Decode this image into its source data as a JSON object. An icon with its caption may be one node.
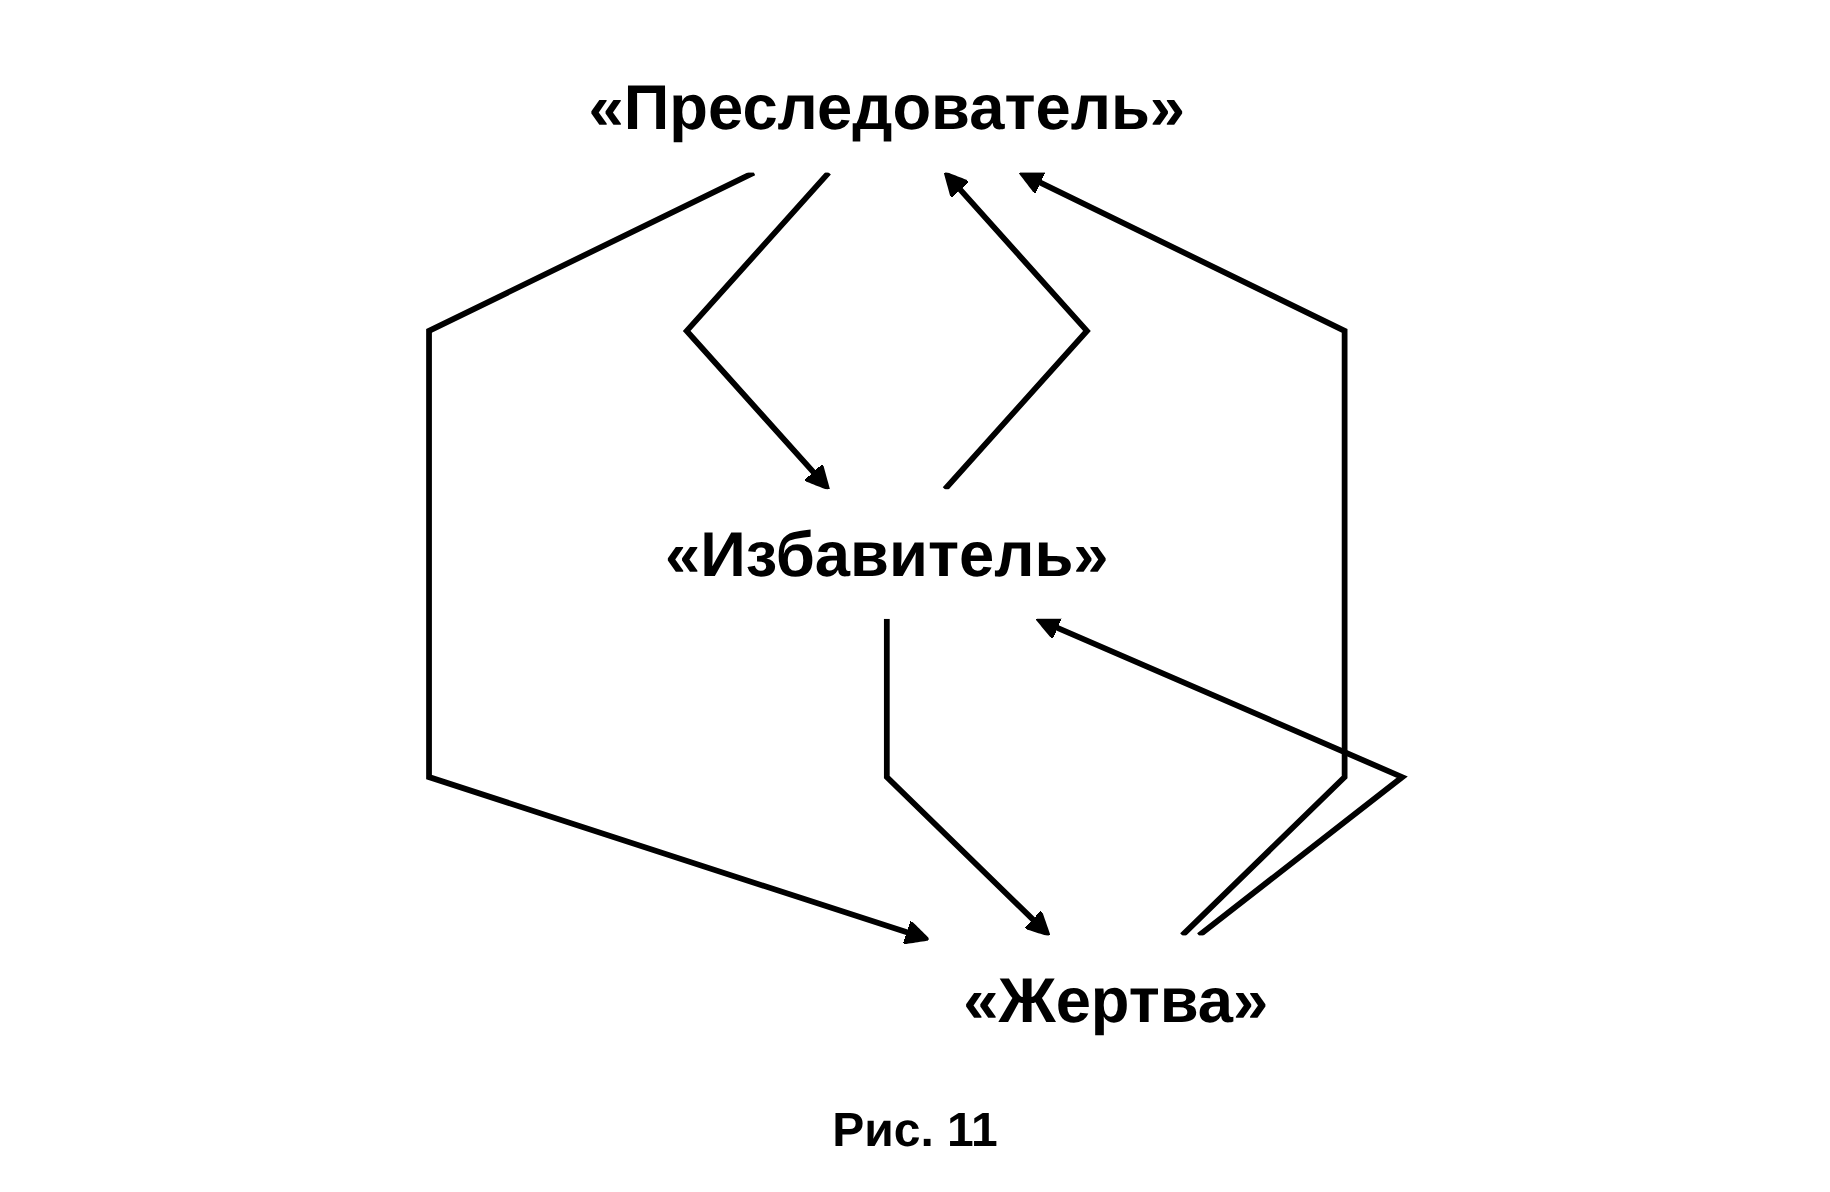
{
  "diagram": {
    "caption": "Рис. 11",
    "nodes": [
      {
        "text": [
          "«Преследователь»"
        ]
      },
      {
        "text": [
          "«Избавитель»"
        ]
      },
      {
        "text": [
          "«Жертва»"
        ]
      }
    ],
    "edges": [
      {
        "from": 1,
        "to": 0,
        "arrow": "to"
      },
      {
        "from": 0,
        "to": 1,
        "arrow": "to"
      },
      {
        "from": 0,
        "to": 2,
        "arrow": "to"
      },
      {
        "from": 2,
        "to": 0,
        "arrow": "to"
      },
      {
        "from": 1,
        "to": 2,
        "arrow": "to"
      },
      {
        "from": 2,
        "to": 1,
        "arrow": "to"
      }
    ]
  }
}
